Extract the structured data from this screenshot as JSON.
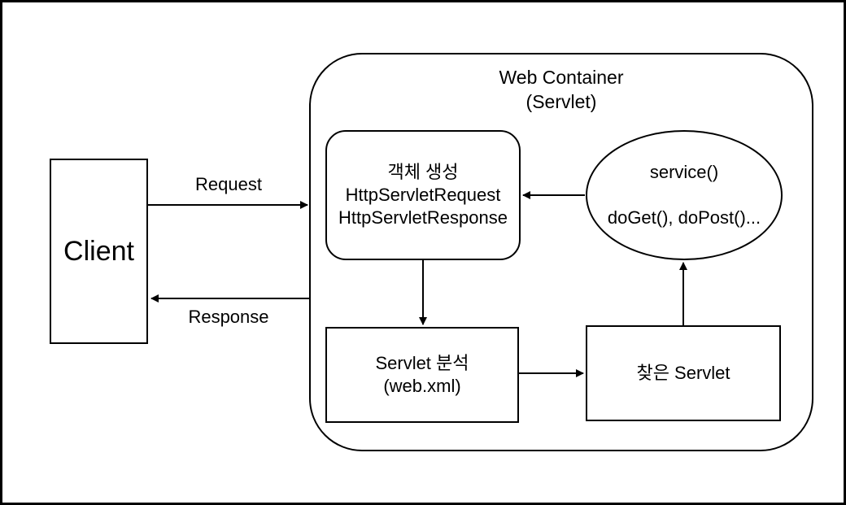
{
  "canvas": {
    "background": "#ffffff",
    "stroke": "#000000"
  },
  "client": {
    "label": "Client"
  },
  "web_container": {
    "title_line1": "Web Container",
    "title_line2": "(Servlet)",
    "creation_box": {
      "line1": "객체 생성",
      "line2": "HttpServletRequest",
      "line3": "HttpServletResponse"
    },
    "service_ellipse": {
      "line1": "service()",
      "line2": "doGet(), doPost()..."
    },
    "analysis_box": {
      "line1": "Servlet 분석",
      "line2": "(web.xml)"
    },
    "found_box": {
      "label": "찾은 Servlet"
    }
  },
  "edges": {
    "request_label": "Request",
    "response_label": "Response"
  }
}
